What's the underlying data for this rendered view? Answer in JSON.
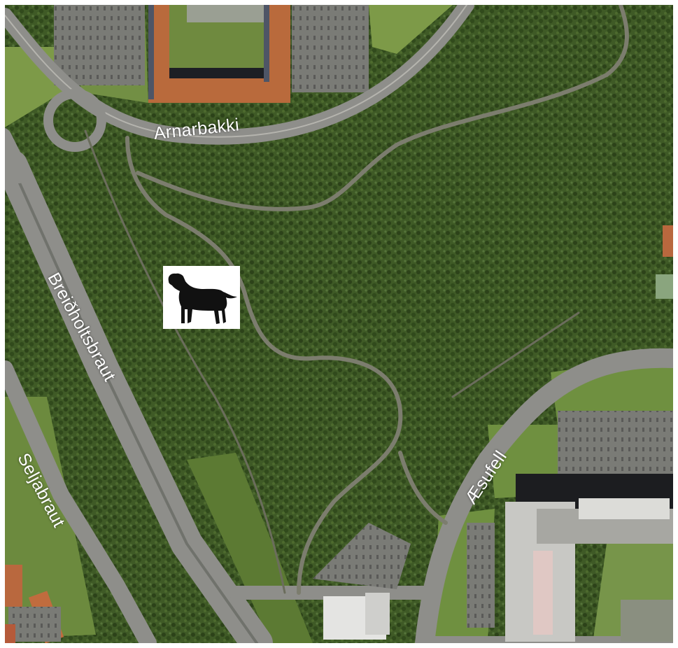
{
  "map": {
    "labels": {
      "arnarbakki": "Arnarbakki",
      "breidholtsbraut": "Breiðholtsbraut",
      "seljabraut": "Seljabraut",
      "aesufell": "Æsufell"
    },
    "marker": {
      "icon": "dog-icon"
    },
    "colors": {
      "forest": "#3f5a26",
      "grass": "#7d9a48",
      "road": "#8e8e8a",
      "path": "#7c7d6e",
      "roof_terracotta": "#b96a3c",
      "building_light": "#c8c8c4"
    }
  }
}
